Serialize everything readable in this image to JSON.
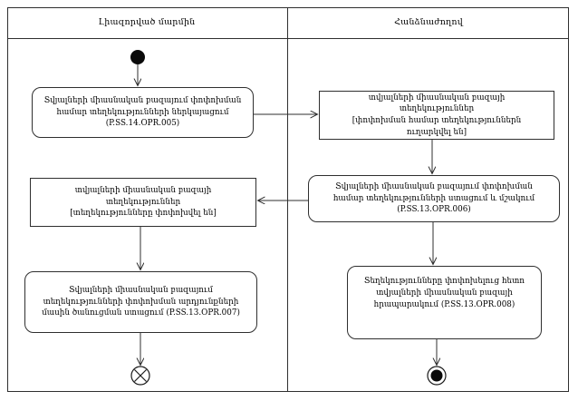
{
  "lanes": {
    "left_title": "Լիազորված մարմին",
    "right_title": "Հանձնաժողով"
  },
  "nodes": {
    "action_submit_info": "Տվյալների միասնական բազայում փոփոխման համար տեղեկությունների ներկայացում (P.SS.14.OPR.005)",
    "object_info_sent": {
      "line1": "տվյալների միասնական բազայի տեղեկություններ",
      "line2": "[փոփոխման համար տեղեկություններն ուղարկվել են]"
    },
    "action_receive_process": "Տվյալների միասնական բազայում փոփոխման համար տեղեկությունների ստացում և մշակում (P.SS.13.OPR.006)",
    "object_info_changed": {
      "line1": "տվյալների միասնական բազայի տեղեկություններ",
      "line2": "[տեղեկությունները փոփոխվել են]"
    },
    "action_receive_notification": "Տվյալների միասնական բազայում տեղեկությունների փոփոխման արդյունքների մասին ծանուցման ստացում (P.SS.13.OPR.007)",
    "action_publish": "Տեղեկությունները փոփոխելուց հետո տվյալների միասնական բազայի հրապարակում (P.SS.13.OPR.008)"
  },
  "colors": {
    "line": "#2f2f2f",
    "node_fill": "#ffffff",
    "final_fill": "#0a0a0a"
  }
}
